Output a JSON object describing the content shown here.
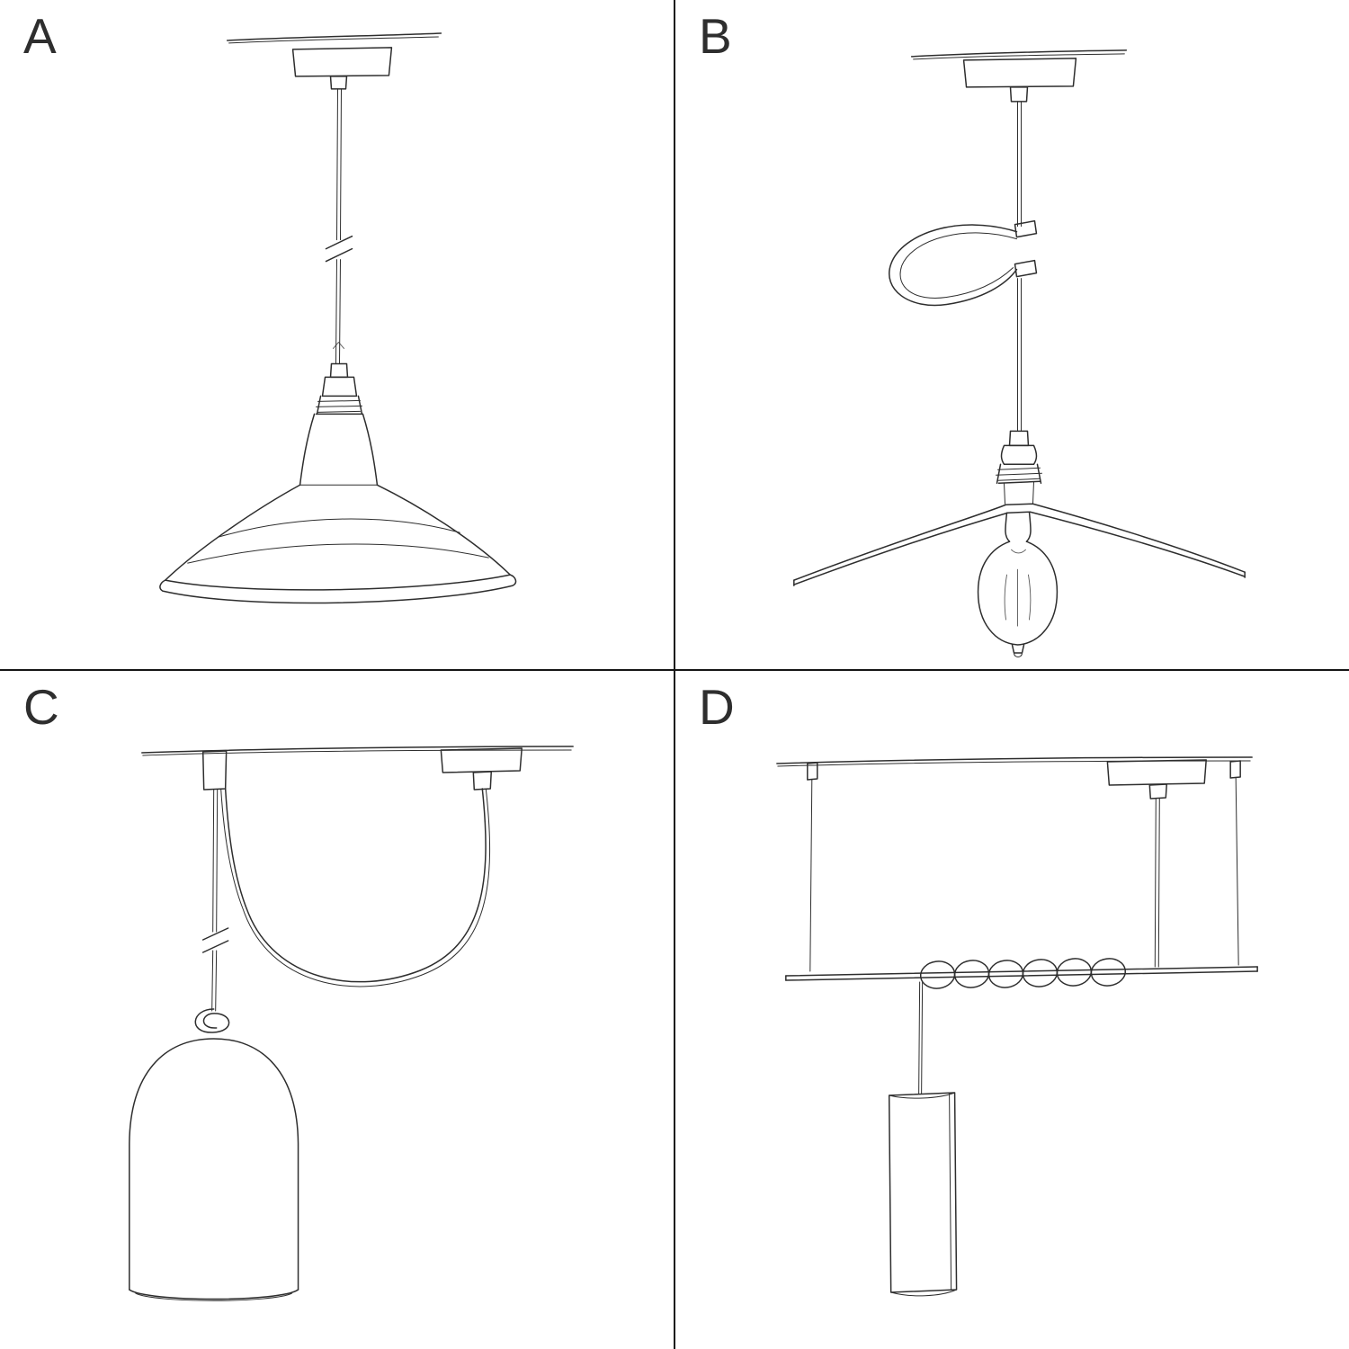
{
  "page": {
    "background_color": "#ffffff",
    "ink_color": "#2e2e2e",
    "divider_color": "#161616"
  },
  "panels": [
    {
      "label": "A",
      "illustration": "pendant-with-industrial-bowl-shade"
    },
    {
      "label": "B",
      "illustration": "pendant-with-flat-plate-shade-and-exposed-bulb"
    },
    {
      "label": "C",
      "illustration": "swag-pendant-with-hook-and-bell-shade"
    },
    {
      "label": "D",
      "illustration": "suspension-bar-with-coiled-cable-and-tube-shade"
    }
  ]
}
